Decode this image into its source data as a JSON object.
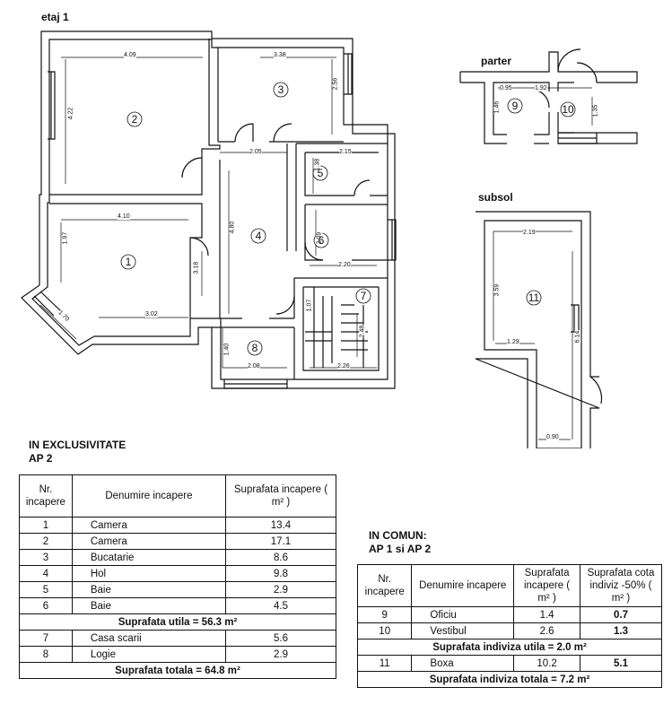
{
  "plan": {
    "floor1_label": "etaj 1",
    "ground_label": "parter",
    "basement_label": "subsol",
    "rooms": [
      "1",
      "2",
      "3",
      "4",
      "5",
      "6",
      "7",
      "8",
      "9",
      "10",
      "11"
    ],
    "dims": {
      "d1": "4.09",
      "d2": "4.22",
      "d3": "3.38",
      "d4": "2.56",
      "d5": "2.05",
      "d6": "2.15",
      "d7": "1.38",
      "d8": "4.10",
      "d9": "1.97",
      "d10": "4.80",
      "d11": "2.09",
      "d12": "2.20",
      "d13": "3.18",
      "d14": "1.70",
      "d15": "3.02",
      "d16": "1.07",
      "d17": "1.40",
      "d18": "2.08",
      "d19": "2.48",
      "d20": "2.26",
      "p1": "0.95",
      "p2": "1.92",
      "p3": "1.46",
      "p4": "1.35",
      "s1": "2.19",
      "s2": "3.59",
      "s3": "1.29",
      "s4": "6.14",
      "s5": "0.90"
    }
  },
  "excl": {
    "title_line1": "IN EXCLUSIVITATE",
    "title_line2": "AP 2",
    "headers": {
      "nr": "Nr. incapere",
      "den": "Denumire incapere",
      "sup": "Suprafata incapere ( m² )"
    },
    "rows": [
      {
        "nr": "1",
        "den": "Camera",
        "sup": "13.4"
      },
      {
        "nr": "2",
        "den": "Camera",
        "sup": "17.1"
      },
      {
        "nr": "3",
        "den": "Bucatarie",
        "sup": "8.6"
      },
      {
        "nr": "4",
        "den": "Hol",
        "sup": "9.8"
      },
      {
        "nr": "5",
        "den": "Baie",
        "sup": "2.9"
      },
      {
        "nr": "6",
        "den": "Baie",
        "sup": "4.5"
      }
    ],
    "subtotal_useful": "Suprafata utila = 56.3 m²",
    "rows2": [
      {
        "nr": "7",
        "den": "Casa scarii",
        "sup": "5.6"
      },
      {
        "nr": "8",
        "den": "Logie",
        "sup": "2.9"
      }
    ],
    "total": "Suprafata totala = 64.8 m²"
  },
  "common": {
    "title_line1": "IN COMUN:",
    "title_line2": "AP 1 si AP 2",
    "headers": {
      "nr": "Nr. incapere",
      "den": "Denumire incapere",
      "sup": "Suprafata incapere ( m² )",
      "cota": "Suprafata cota indiviz -50% ( m² )"
    },
    "rows": [
      {
        "nr": "9",
        "den": "Oficiu",
        "sup": "1.4",
        "cota": "0.7"
      },
      {
        "nr": "10",
        "den": "Vestibul",
        "sup": "2.6",
        "cota": "1.3"
      }
    ],
    "subtotal_useful": "Suprafata indiviza utila = 2.0 m²",
    "rows2": [
      {
        "nr": "11",
        "den": "Boxa",
        "sup": "10.2",
        "cota": "5.1"
      }
    ],
    "total": "Suprafata indiviza totala = 7.2 m²"
  }
}
